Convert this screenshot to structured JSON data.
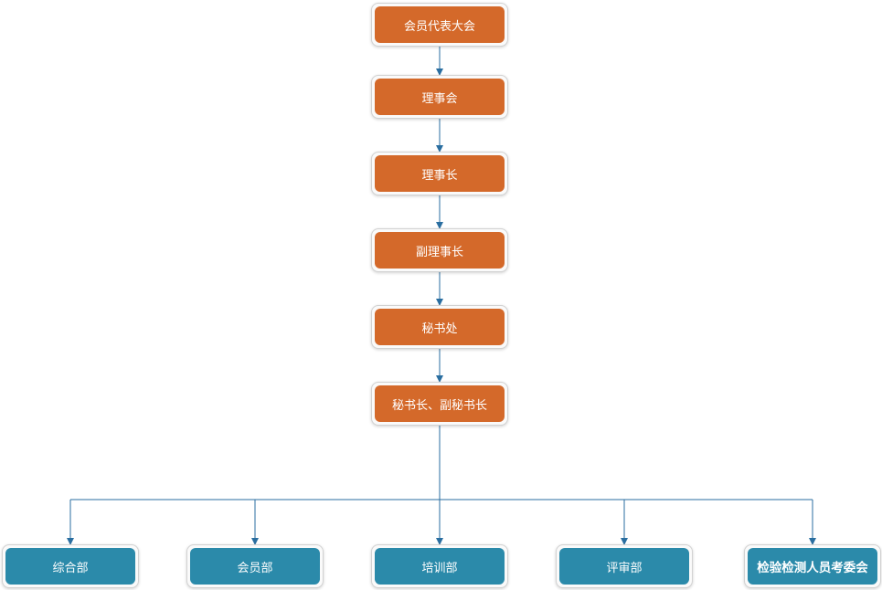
{
  "colors": {
    "leadership_fill": "#d4692a",
    "department_fill": "#2b8aaa",
    "connector": "#2a6ea0"
  },
  "org_chart": {
    "chain": [
      {
        "label": "会员代表大会"
      },
      {
        "label": "理事会"
      },
      {
        "label": "理事长"
      },
      {
        "label": "副理事长"
      },
      {
        "label": "秘书处"
      },
      {
        "label": "秘书长、副秘书长"
      }
    ],
    "departments": [
      {
        "label": "综合部"
      },
      {
        "label": "会员部"
      },
      {
        "label": "培训部"
      },
      {
        "label": "评审部"
      },
      {
        "label": "检验检测人员考委会"
      }
    ]
  }
}
